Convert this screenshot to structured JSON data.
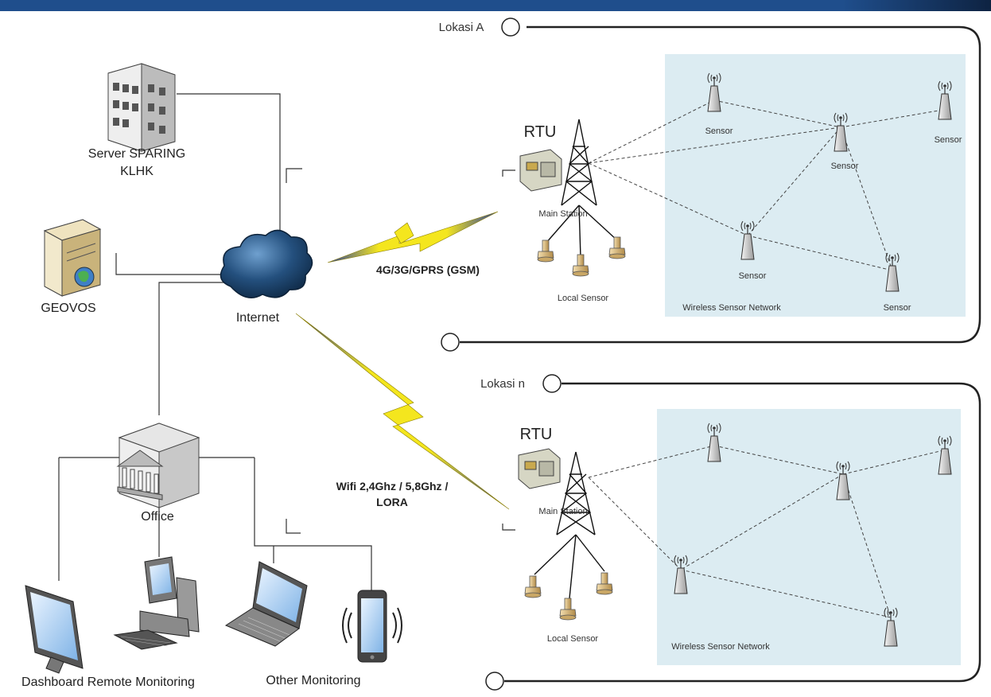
{
  "nodes": {
    "server_line1": "Server SPARING",
    "server_line2": "KLHK",
    "geovos": "GEOVOS",
    "internet": "Internet",
    "office": "Office",
    "dashboard": "Dashboard Remote Monitoring",
    "other_monitoring": "Other Monitoring"
  },
  "links": {
    "gsm": "4G/3G/GPRS (GSM)",
    "wifi_line1": "Wifi 2,4Ghz / 5,8Ghz /",
    "wifi_line2": "LORA"
  },
  "location_a": {
    "title": "Lokasi A",
    "rtu": "RTU",
    "main_station": "Main Station",
    "local_sensor": "Local Sensor",
    "wsn": "Wireless Sensor Network",
    "sensors": [
      "Sensor",
      "Sensor",
      "Sensor",
      "Sensor",
      "Sensor"
    ]
  },
  "location_n": {
    "title": "Lokasi n",
    "rtu": "RTU",
    "main_station": "Main Station",
    "local_sensor": "Local Sensor",
    "wsn": "Wireless Sensor Network"
  },
  "colors": {
    "header_bar": "#1f4e8c",
    "wsn_fill": "#dcecf2",
    "lightning": "#f2e21c",
    "cloud": "#1c3d63"
  }
}
